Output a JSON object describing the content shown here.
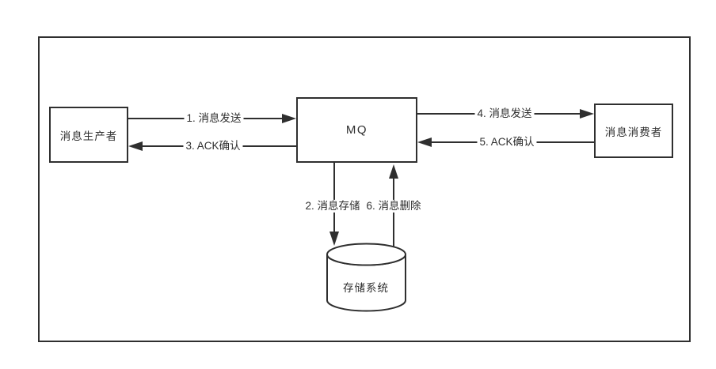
{
  "diagram": {
    "nodes": {
      "producer": {
        "label": "消息生产者"
      },
      "mq": {
        "label": "MQ"
      },
      "consumer": {
        "label": "消息消费者"
      },
      "storage": {
        "label": "存储系统"
      }
    },
    "edges": {
      "e1": {
        "label": "1. 消息发送",
        "from": "producer",
        "to": "mq"
      },
      "e2": {
        "label": "2. 消息存储",
        "from": "mq",
        "to": "storage"
      },
      "e3": {
        "label": "3. ACK确认",
        "from": "mq",
        "to": "producer"
      },
      "e4": {
        "label": "4. 消息发送",
        "from": "mq",
        "to": "consumer"
      },
      "e5": {
        "label": "5. ACK确认",
        "from": "consumer",
        "to": "mq"
      },
      "e6": {
        "label": "6. 消息删除",
        "from": "storage",
        "to": "mq"
      }
    },
    "colors": {
      "stroke": "#2f2f2f",
      "background": "#ffffff"
    }
  }
}
